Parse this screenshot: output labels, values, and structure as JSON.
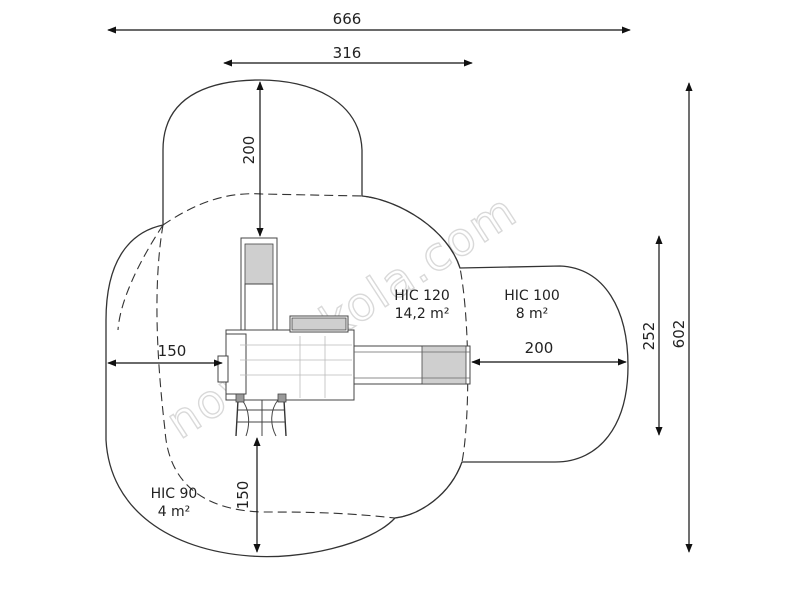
{
  "dimensions": {
    "total_width": "666",
    "platform_width": "316",
    "top_depth": "200",
    "left_depth": "150",
    "right_depth": "200",
    "bottom_depth": "150",
    "right_zone_height": "252",
    "total_height": "602"
  },
  "zones": {
    "hic120": {
      "label": "HIC 120",
      "area": "14,2 m²"
    },
    "hic100": {
      "label": "HIC 100",
      "area": "8 m²"
    },
    "hic90": {
      "label": "HIC 90",
      "area": "4 m²"
    }
  },
  "watermark": "nowaszkola.com"
}
